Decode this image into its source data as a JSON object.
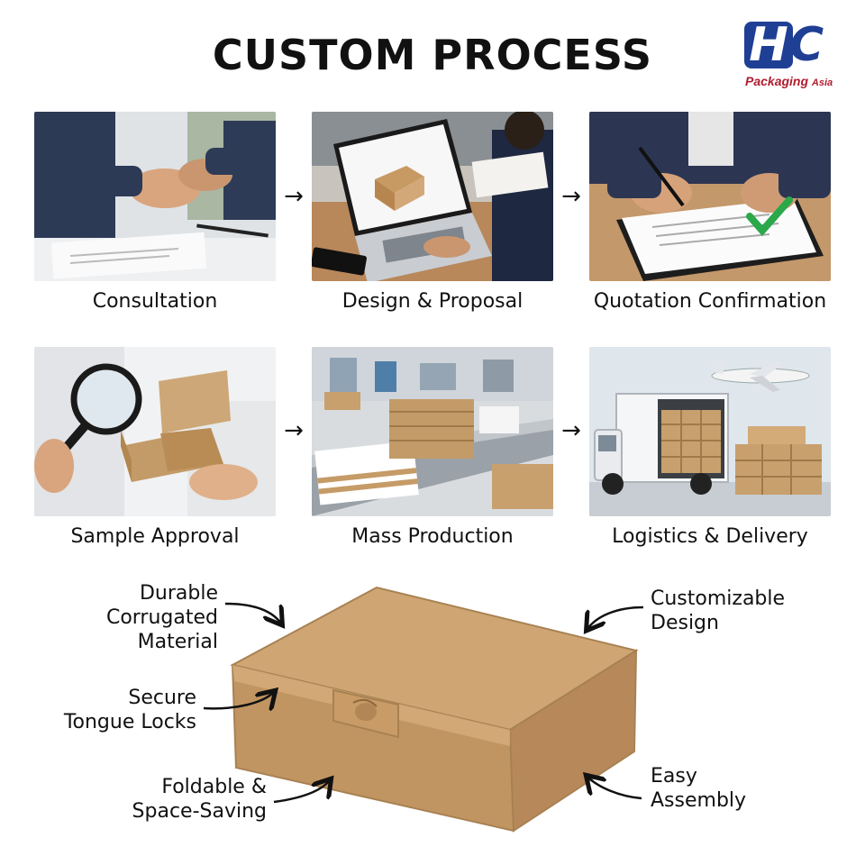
{
  "header": {
    "title": "CUSTOM PROCESS",
    "logo": {
      "mark_h": "H",
      "mark_c": "C",
      "text": "Packaging",
      "text_small": "Asia",
      "colors": {
        "blue": "#1f3f95",
        "red": "#b01c2e"
      }
    }
  },
  "steps": [
    {
      "label": "Consultation",
      "image": "handshake-photo"
    },
    {
      "label": "Design & Proposal",
      "image": "laptop-design-photo"
    },
    {
      "label": "Quotation Confirmation",
      "image": "contract-signing-photo"
    },
    {
      "label": "Sample Approval",
      "image": "sample-inspection-photo"
    },
    {
      "label": "Mass Production",
      "image": "factory-conveyor-photo"
    },
    {
      "label": "Logistics & Delivery",
      "image": "truck-airplane-photo"
    }
  ],
  "arrow_glyph": "→",
  "features": {
    "durable": [
      "Durable",
      "Corrugated",
      "Material"
    ],
    "tongue": [
      "Secure",
      "Tongue Locks"
    ],
    "foldable": [
      "Foldable &",
      "Space-Saving"
    ],
    "customizable": [
      "Customizable",
      "Design"
    ],
    "assembly": [
      "Easy",
      "Assembly"
    ]
  },
  "colors": {
    "kraft": "#c8a06e",
    "check": "#2aa84a"
  }
}
